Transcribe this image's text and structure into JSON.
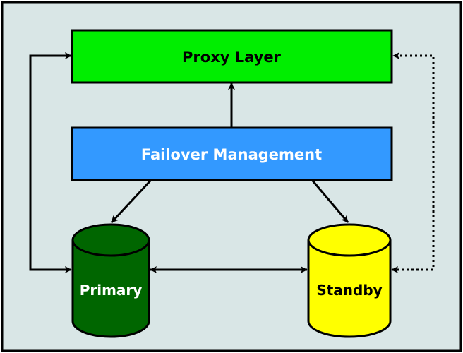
{
  "diagram": {
    "nodes": {
      "proxy": {
        "label": "Proxy Layer",
        "fill": "#00ee00",
        "text_color": "#000000"
      },
      "failover": {
        "label": "Failover Management",
        "fill": "#3399ff",
        "text_color": "#ffffff"
      },
      "primary": {
        "label": "Primary",
        "fill": "#006600",
        "text_color": "#ffffff",
        "shape": "cylinder"
      },
      "standby": {
        "label": "Standby",
        "fill": "#ffff00",
        "text_color": "#000000",
        "shape": "cylinder"
      }
    },
    "edges": [
      {
        "from": "failover",
        "to": "proxy",
        "style": "solid"
      },
      {
        "from": "failover",
        "to": "primary",
        "style": "solid"
      },
      {
        "from": "failover",
        "to": "standby",
        "style": "solid"
      },
      {
        "from": "primary",
        "to": "standby",
        "style": "solid",
        "bidirectional": true
      },
      {
        "from": "primary",
        "to": "proxy",
        "style": "solid",
        "bidirectional": true
      },
      {
        "from": "standby",
        "to": "proxy",
        "style": "dotted",
        "bidirectional": true
      }
    ],
    "background": "#d9e6e6",
    "border": "#000000"
  }
}
